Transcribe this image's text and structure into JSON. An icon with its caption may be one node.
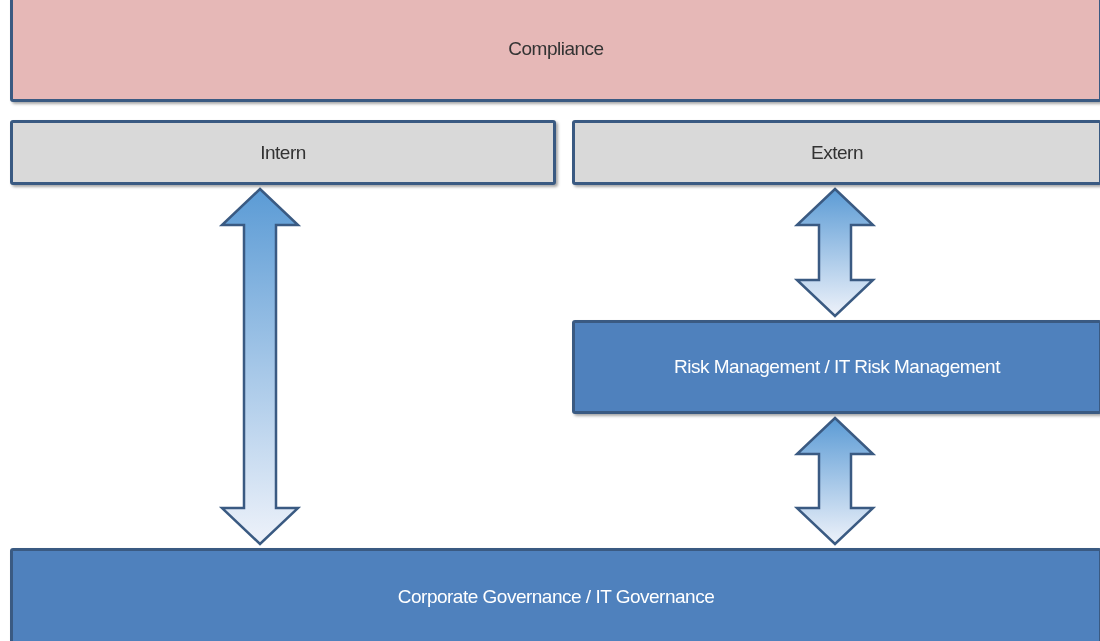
{
  "diagram": {
    "nodes": [
      {
        "text": [
          "Compliance"
        ]
      },
      {
        "text": [
          "Intern"
        ]
      },
      {
        "text": [
          "Extern"
        ]
      },
      {
        "text": [
          "Risk Management / IT Risk Management"
        ]
      },
      {
        "text": [
          "Corporate Governance / IT Governance"
        ]
      }
    ],
    "edges": [
      {
        "from": 1,
        "to": 4,
        "arrow": "both"
      },
      {
        "from": 2,
        "to": 3,
        "arrow": "both"
      },
      {
        "from": 3,
        "to": 4,
        "arrow": "both"
      }
    ]
  }
}
